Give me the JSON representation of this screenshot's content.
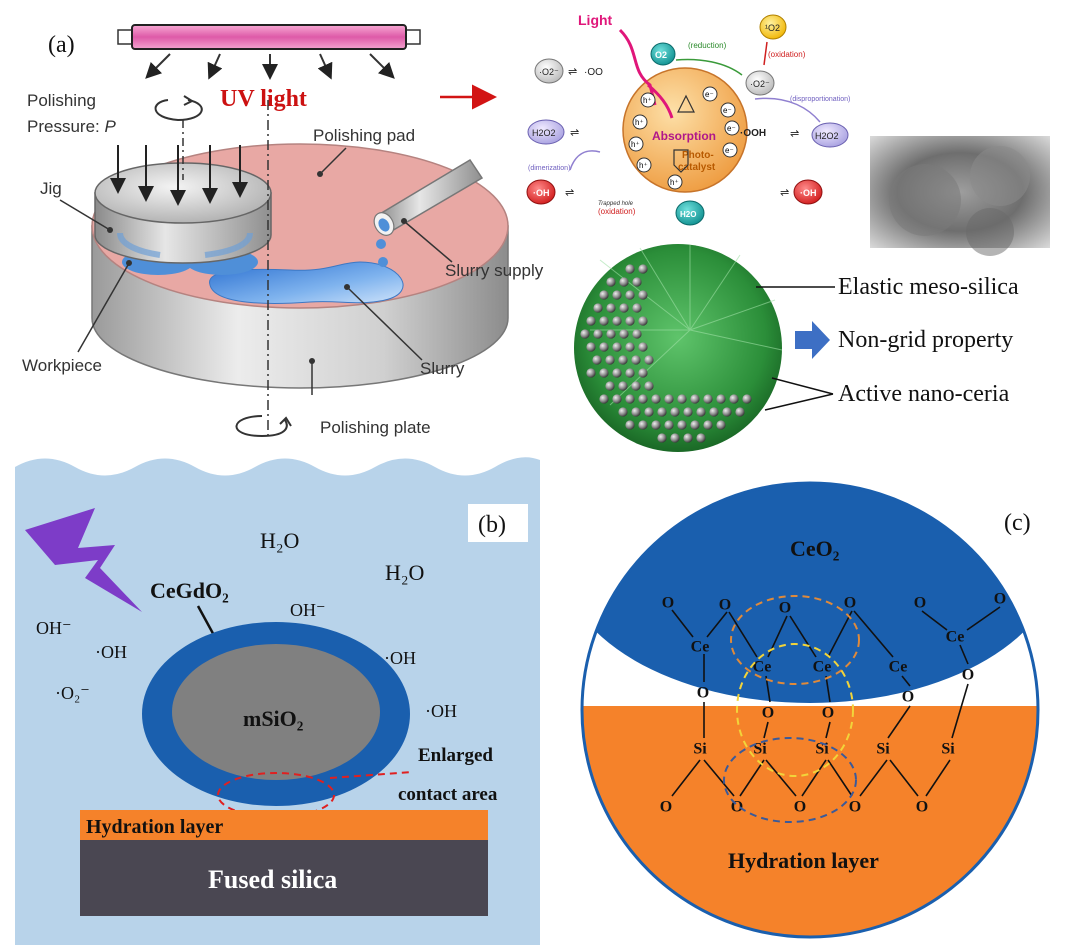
{
  "panel_a": {
    "label": "(a)",
    "uv_light": "UV light",
    "pressure_line1": "Polishing",
    "pressure_line2": "Pressure: ",
    "pressure_var": "P",
    "polishing_pad": "Polishing pad",
    "jig": "Jig",
    "slurry_supply": "Slurry supply",
    "workpiece": "Workpiece",
    "slurry": "Slurry",
    "polishing_plate": "Polishing plate",
    "photocatalysis": {
      "light": "Light",
      "absorption": "Absorption",
      "photo": "Photo-",
      "catalyst": "catalyst",
      "o2": "O2",
      "singlet_o2": "¹O2",
      "superoxide": "·O2⁻",
      "superoxide_right": "·O2⁻",
      "h2o2_left": "H2O2",
      "h2o2_right": "H2O2",
      "oh_left": "·OH",
      "oh_right": "·OH",
      "h2o": "H2O",
      "hole": "h⁺",
      "electron": "e⁻",
      "reduction": "(reduction)",
      "oxidation_top": "(oxidation)",
      "disproportionation": "(disproportionation)",
      "dimerization": "(dimerization)",
      "trapped_hole": "Trapped hole",
      "oxidation_bottom": "(oxidation)",
      "ooh": "·OOH",
      "ooh_left": "·OO"
    },
    "elastic_meso_silica": "Elastic meso-silica",
    "non_grid": "Non-grid property",
    "active_nano_ceria": "Active nano-ceria"
  },
  "panel_b": {
    "label": "(b)",
    "h2o_1": "H₂O",
    "h2o_2": "H₂O",
    "cegdo2": "CeGdO₂",
    "oh_minus_1": "OH⁻",
    "oh_minus_2": "OH⁻",
    "oh_radical_1": "·OH",
    "oh_radical_2": "·OH",
    "oh_radical_3": "·OH",
    "o2_radical": "·O₂⁻",
    "msio2": "mSiO₂",
    "enlarged": "Enlarged",
    "contact_area": "contact area",
    "hydration_layer": "Hydration layer",
    "fused_silica": "Fused silica"
  },
  "panel_c": {
    "label": "(c)",
    "ceo2": "CeO₂",
    "hydration_layer": "Hydration layer",
    "o": "O",
    "ce": "Ce",
    "si": "Si"
  },
  "colors": {
    "water": "#b8d3ea",
    "shell_blue": "#1a5fae",
    "core_grey": "#808080",
    "hydration_orange": "#f5822a",
    "fused_dark": "#4a4752",
    "uv_red": "#cc1111",
    "lightning": "#7d3cc8",
    "pad_pink": "#e9a6a3",
    "catalyst_orange": "#f2a24c",
    "green": "#2e8b3a"
  }
}
